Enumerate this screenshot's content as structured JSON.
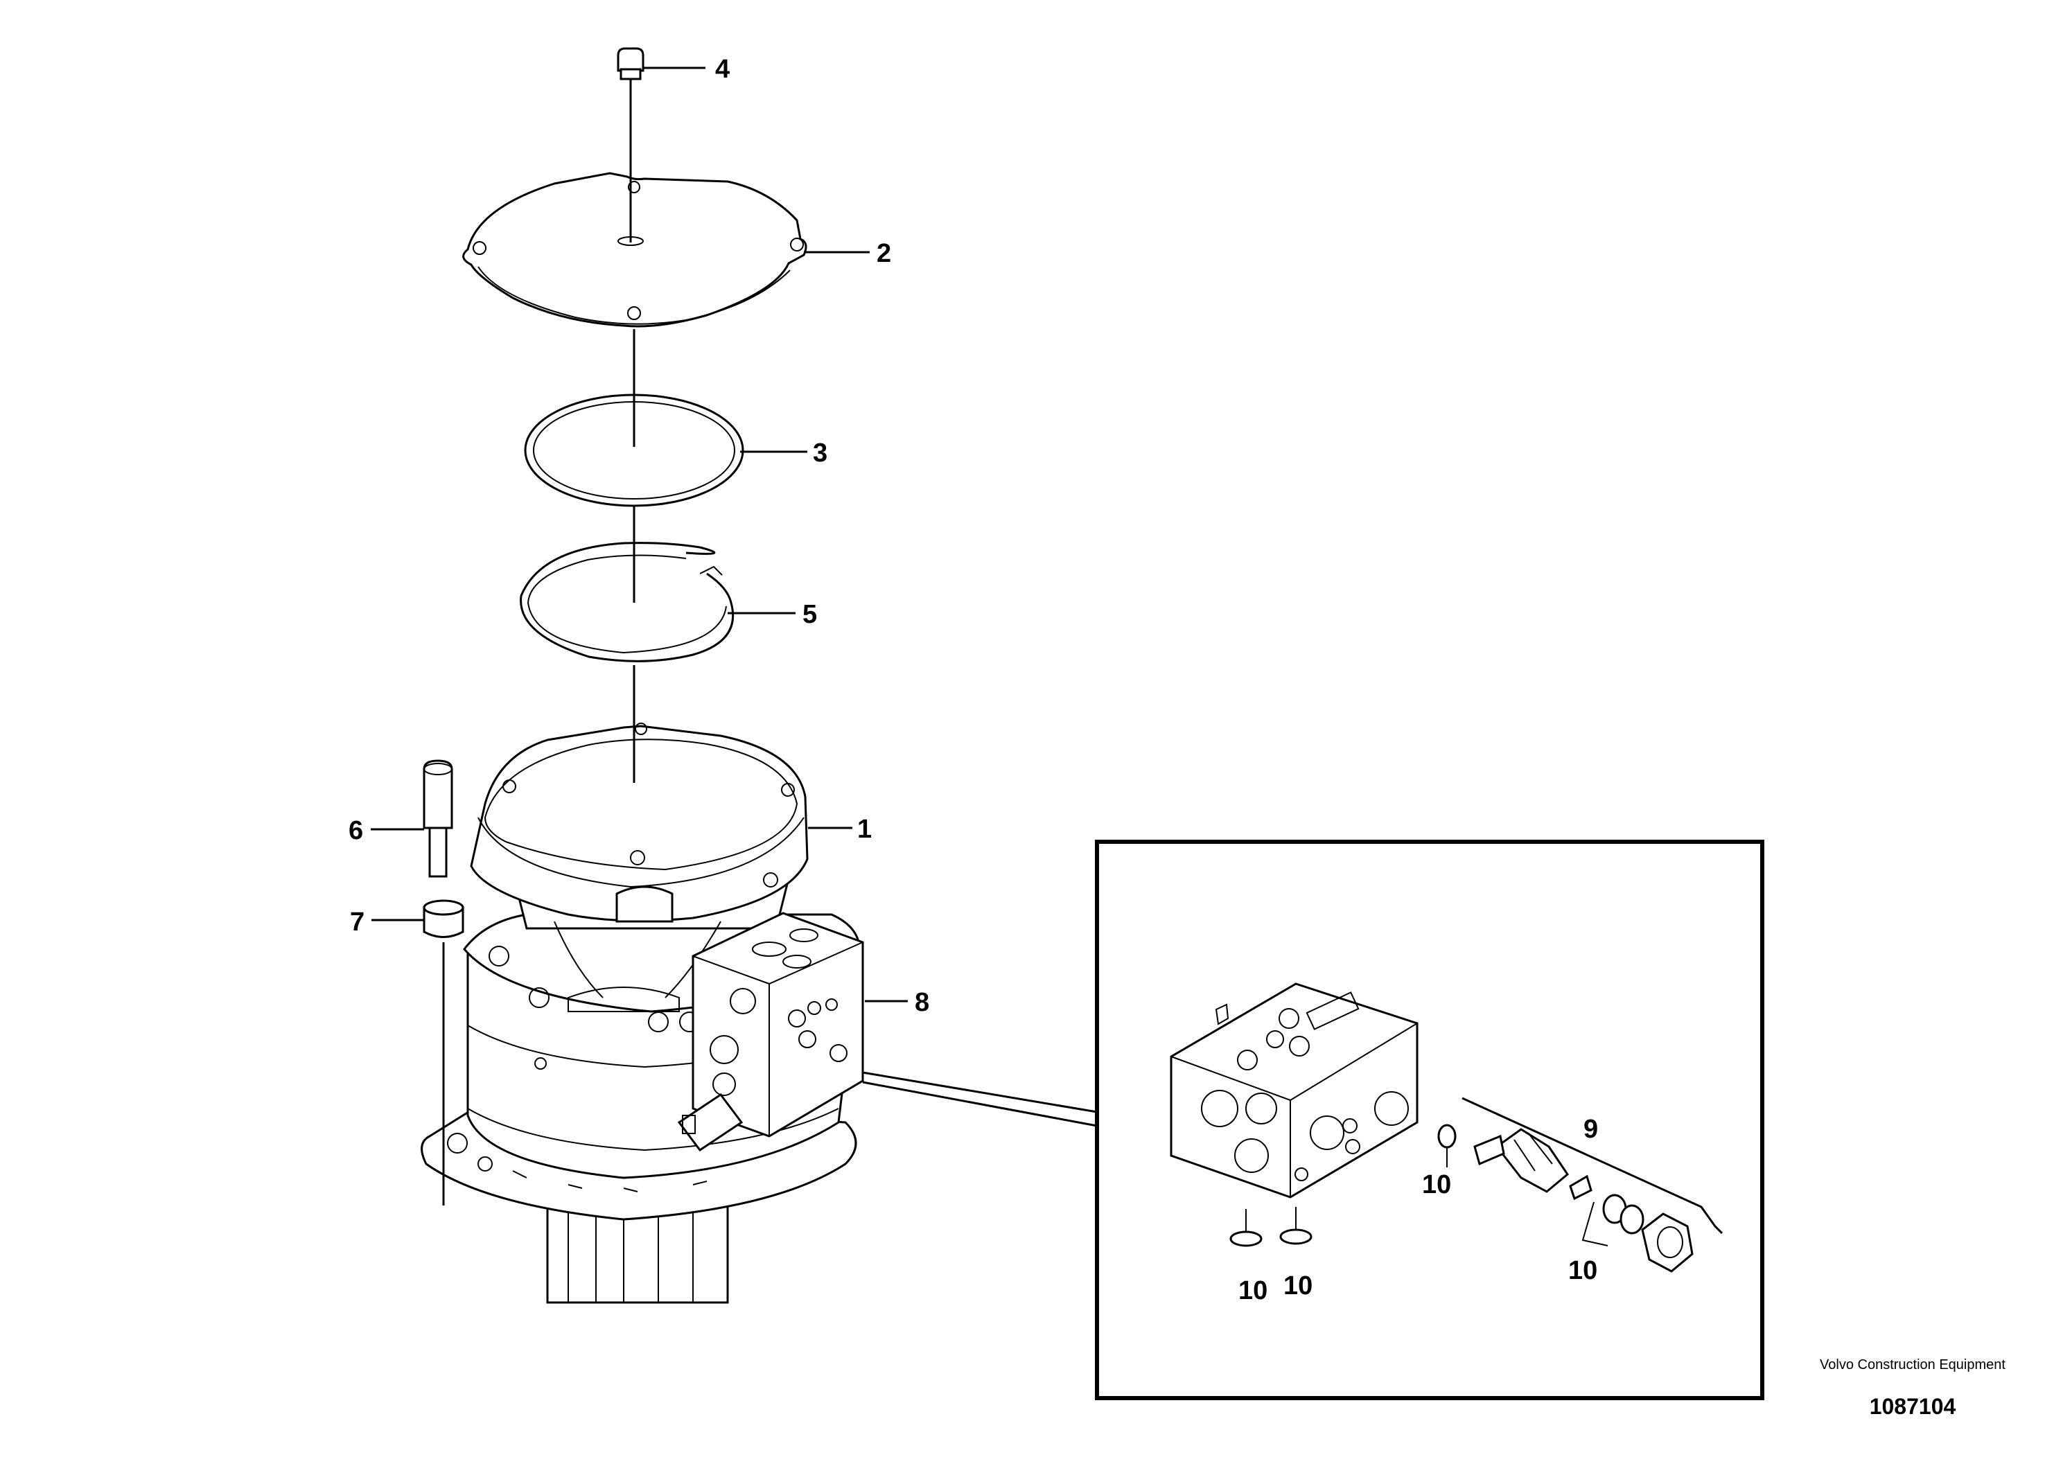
{
  "callouts": {
    "c1": "1",
    "c2": "2",
    "c3": "3",
    "c4": "4",
    "c5": "5",
    "c6": "6",
    "c7": "7",
    "c8": "8",
    "c9": "9",
    "c10a": "10",
    "c10b": "10",
    "c10c": "10",
    "c10d": "10"
  },
  "footer": {
    "brand": "Volvo Construction Equipment",
    "drawing_number": "1087104"
  }
}
